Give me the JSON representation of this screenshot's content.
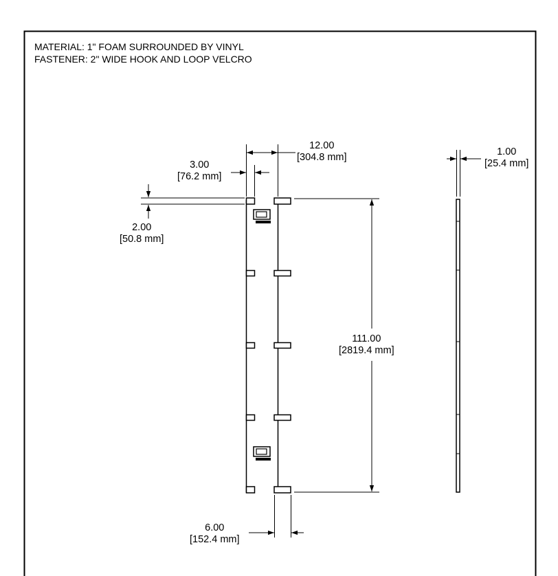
{
  "notes": {
    "material": "MATERIAL:  1\" FOAM SURROUNDED BY VINYL",
    "fastener": "FASTENER: 2\" WIDE HOOK AND LOOP VELCRO"
  },
  "dimensions": {
    "width": {
      "value": "12.00",
      "metric": "[304.8 mm]"
    },
    "offset": {
      "value": "3.00",
      "metric": "[76.2 mm]"
    },
    "strap": {
      "value": "2.00",
      "metric": "[50.8 mm]"
    },
    "height": {
      "value": "111.00",
      "metric": "[2819.4 mm]"
    },
    "thickness": {
      "value": "1.00",
      "metric": "[25.4 mm]"
    },
    "bottom": {
      "value": "6.00",
      "metric": "[152.4 mm]"
    }
  },
  "colors": {
    "line": "#000000",
    "background": "#ffffff"
  }
}
